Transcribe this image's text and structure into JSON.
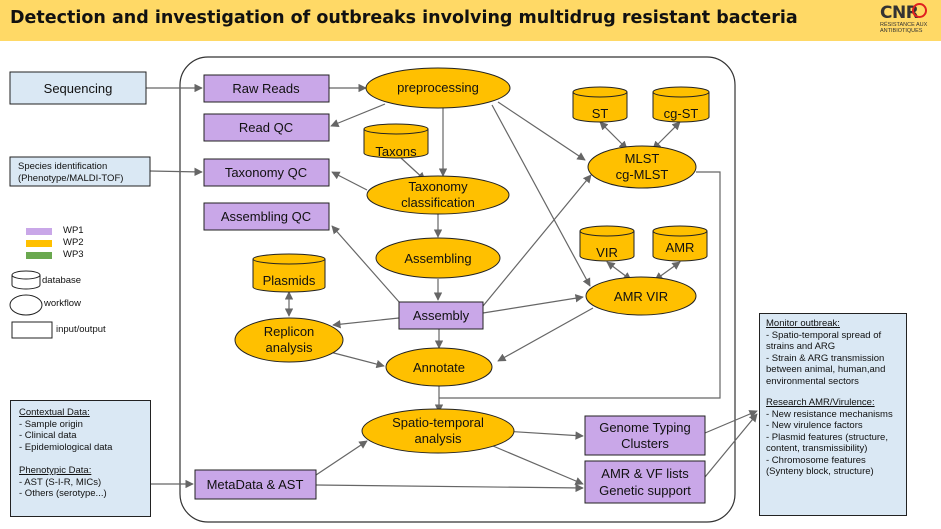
{
  "title": "Detection and investigation of outbreaks involving multidrug resistant bacteria",
  "logo": {
    "main": "CNR",
    "sub": "RÉSISTANCE AUX ANTIBIOTIQUES"
  },
  "colors": {
    "header": "#ffd966",
    "wp1": "#c9a7e8",
    "wp2": "#ffc000",
    "wp3": "#6aa84f",
    "input": "#dae8f4"
  },
  "nodes": {
    "sequencing": "Sequencing",
    "raw_reads": "Raw Reads",
    "read_qc": "Read QC",
    "species_id_1": "Species identification",
    "species_id_2": "(Phenotype/MALDI-TOF)",
    "taxonomy_qc": "Taxonomy QC",
    "assembling_qc": "Assembling QC",
    "preprocessing": "preprocessing",
    "taxons": "Taxons",
    "taxonomy_class_1": "Taxonomy",
    "taxonomy_class_2": "classification",
    "assembling": "Assembling",
    "plasmids": "Plasmids",
    "assembly": "Assembly",
    "replicon_1": "Replicon",
    "replicon_2": "analysis",
    "annotate": "Annotate",
    "st": "ST",
    "cg_st": "cg-ST",
    "mlst_1": "MLST",
    "mlst_2": "cg-MLST",
    "vir": "VIR",
    "amr": "AMR",
    "amr_vir": "AMR VIR",
    "spatio_1": "Spatio-temporal",
    "spatio_2": "analysis",
    "genome_typing_1": "Genome Typing",
    "genome_typing_2": "Clusters",
    "amr_vf_1": "AMR & VF lists",
    "amr_vf_2": "Genetic support",
    "metadata": "MetaData & AST"
  },
  "legend": {
    "wp1": "WP1",
    "wp2": "WP2",
    "wp3": "WP3",
    "database": "database",
    "workflow": "workflow",
    "input_output": "input/output"
  },
  "contextual": {
    "title": "Contextual Data:",
    "items": [
      " - Sample origin",
      " - Clinical data",
      " - Epidemiological data"
    ],
    "pheno_title": "Phenotypic Data:",
    "pheno_items": [
      " - AST (S-I-R, MICs)",
      " - Others (serotype...)"
    ]
  },
  "monitor": {
    "title": "Monitor outbreak:",
    "items": [
      "- Spatio-temporal spread of strains and ARG",
      "- Strain &  ARG transmission between animal, human,and environmental sectors"
    ],
    "research_title": "Research AMR/Virulence:",
    "research_items": [
      "- New resistance mechanisms",
      "- New virulence factors",
      "- Plasmid features (structure, content, transmissibility)",
      "- Chromosome features (Synteny block, structure)"
    ]
  }
}
